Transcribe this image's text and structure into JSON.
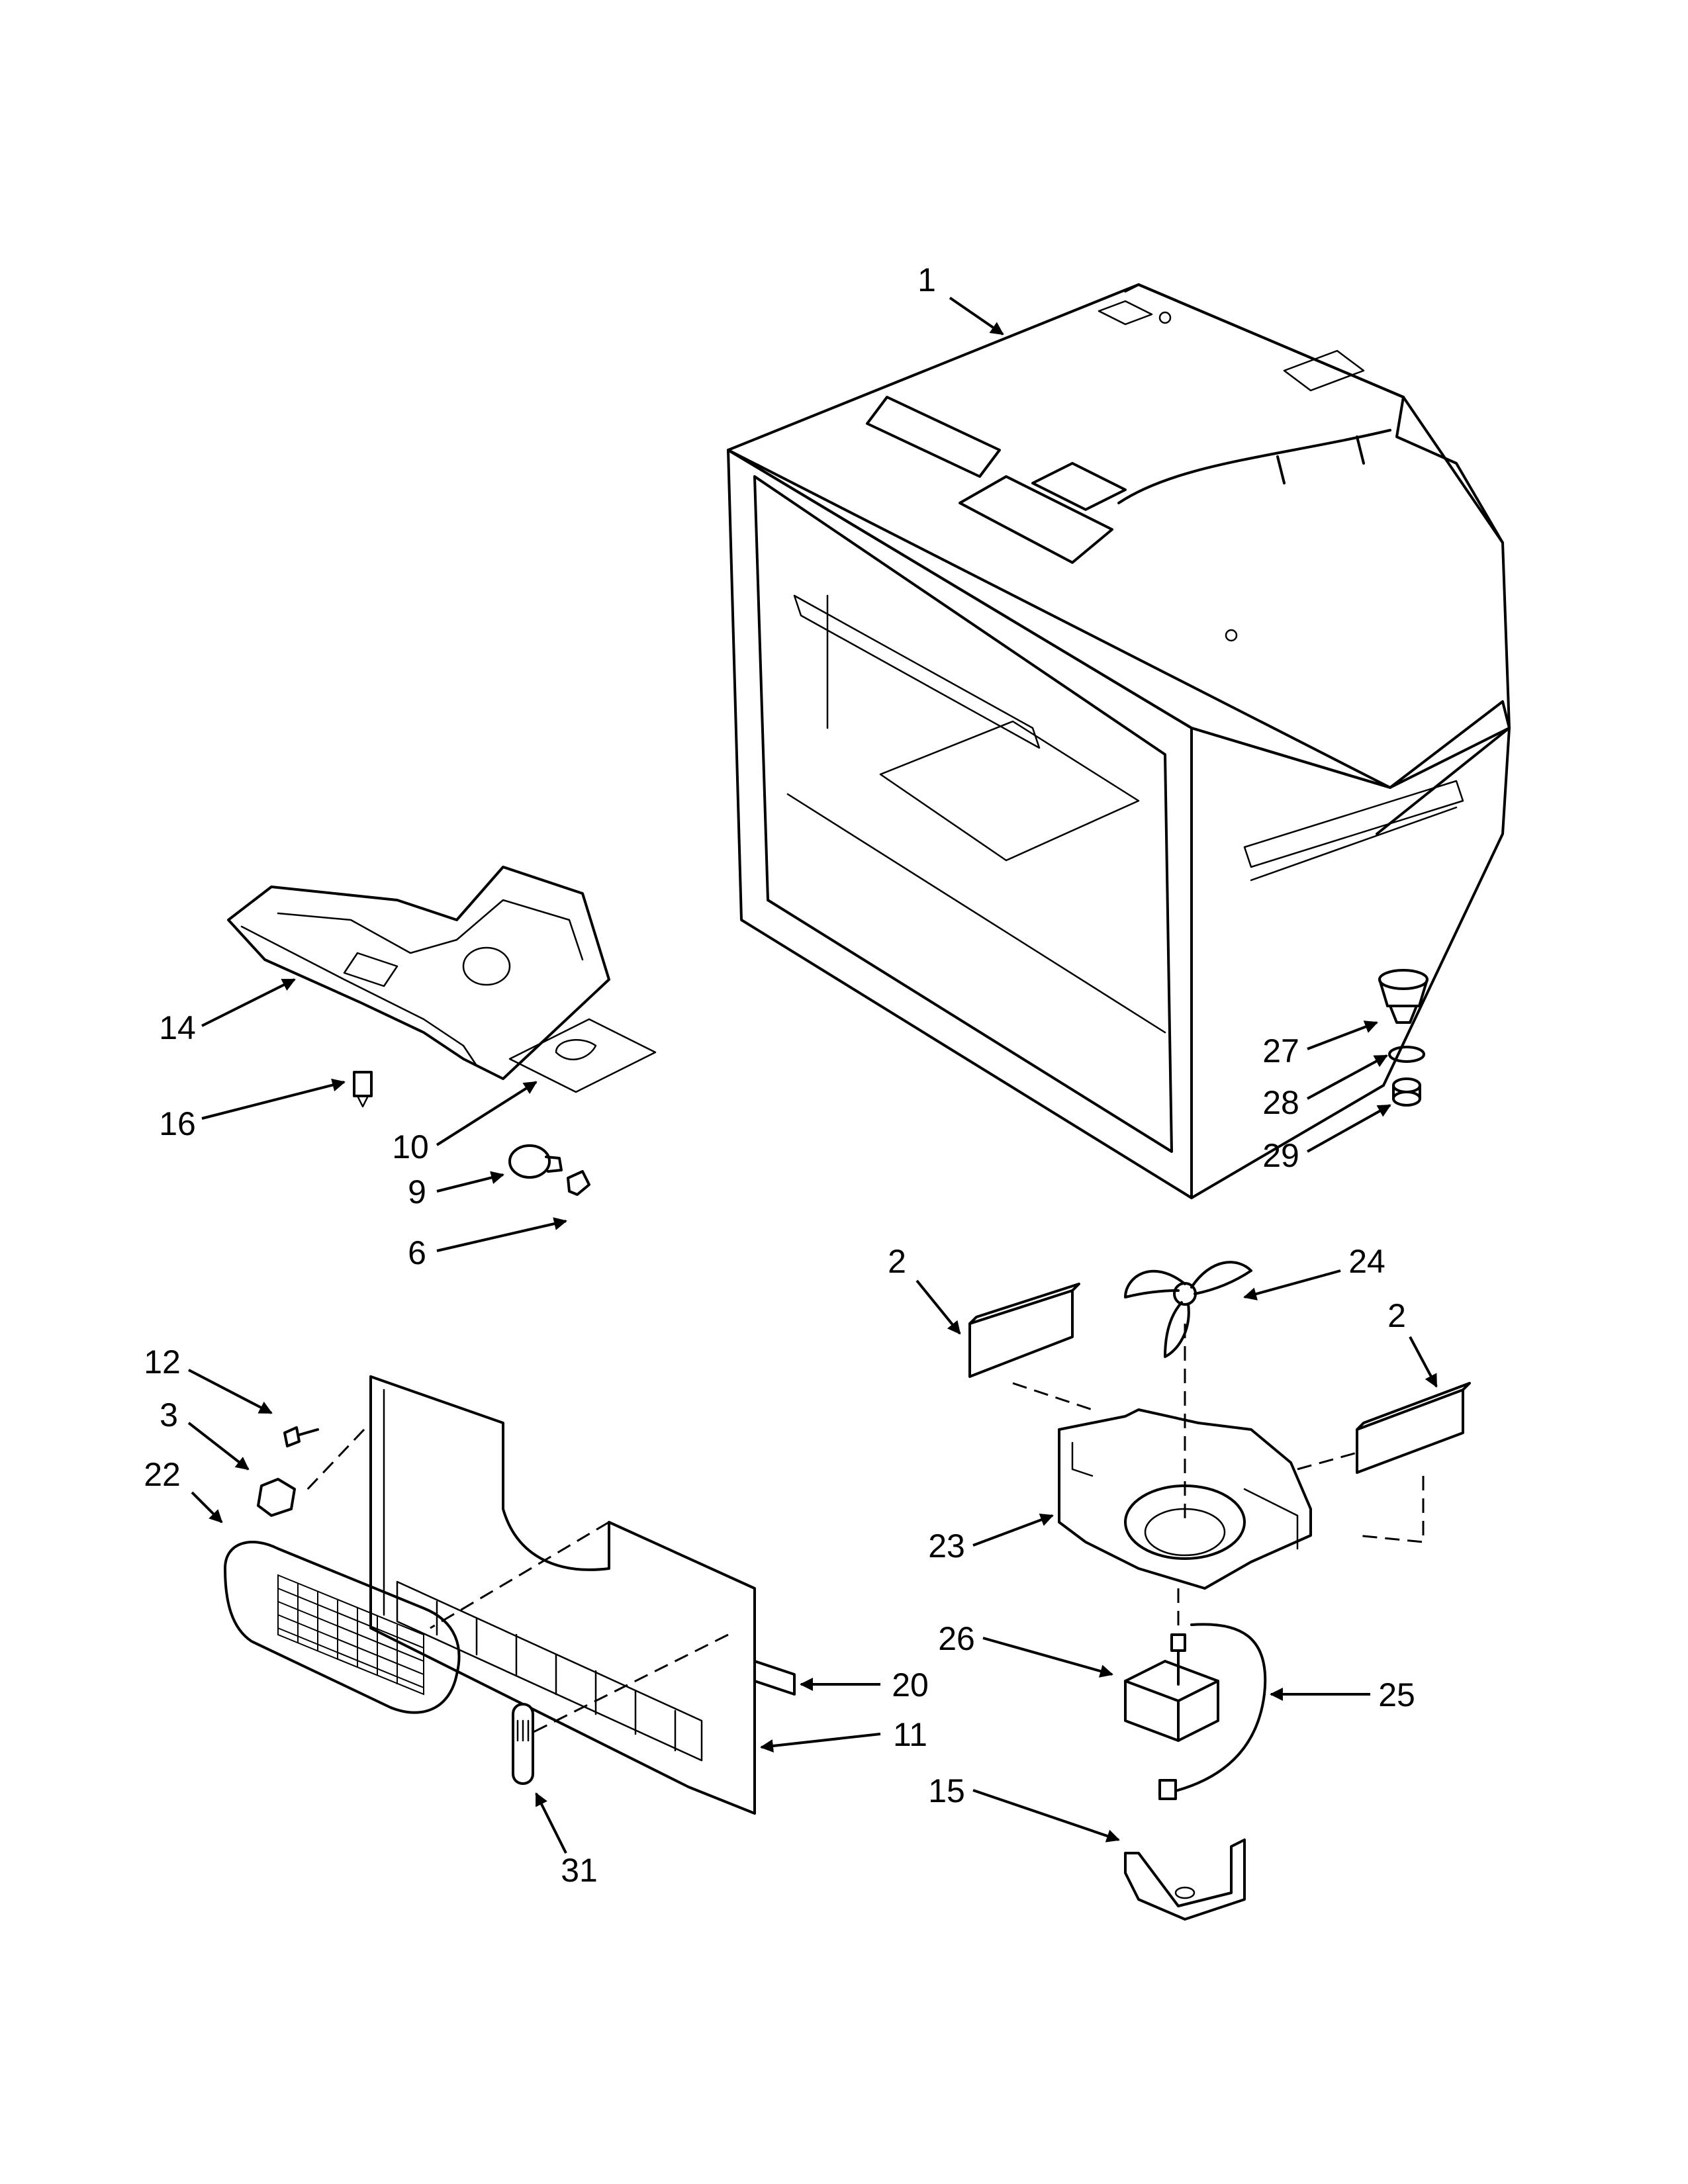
{
  "callouts": [
    {
      "id": "c1",
      "text": "1"
    },
    {
      "id": "c14",
      "text": "14"
    },
    {
      "id": "c16",
      "text": "16"
    },
    {
      "id": "c10",
      "text": "10"
    },
    {
      "id": "c9",
      "text": "9"
    },
    {
      "id": "c6",
      "text": "6"
    },
    {
      "id": "c27",
      "text": "27"
    },
    {
      "id": "c28",
      "text": "28"
    },
    {
      "id": "c29",
      "text": "29"
    },
    {
      "id": "c2a",
      "text": "2"
    },
    {
      "id": "c24",
      "text": "24"
    },
    {
      "id": "c2b",
      "text": "2"
    },
    {
      "id": "c12",
      "text": "12"
    },
    {
      "id": "c3",
      "text": "3"
    },
    {
      "id": "c22",
      "text": "22"
    },
    {
      "id": "c23",
      "text": "23"
    },
    {
      "id": "c26",
      "text": "26"
    },
    {
      "id": "c25",
      "text": "25"
    },
    {
      "id": "c20",
      "text": "20"
    },
    {
      "id": "c11",
      "text": "11"
    },
    {
      "id": "c15",
      "text": "15"
    },
    {
      "id": "c31",
      "text": "31"
    }
  ]
}
